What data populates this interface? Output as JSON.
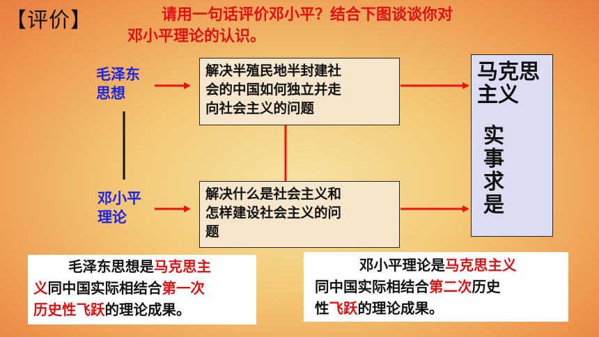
{
  "header": {
    "tag": "【评价】",
    "prompt_line1": "请用一句话评价邓小平？结合下图谈谈你对",
    "prompt_line2": "邓小平理论的认识。"
  },
  "diagram": {
    "mao_label_l1": "毛泽东",
    "mao_label_l2": "思想",
    "deng_label_l1": "邓小平",
    "deng_label_l2": "理论",
    "box_top_lines": [
      "解决半殖民地半封建社",
      "会的中国如何独立并走",
      "向社会主义的问题"
    ],
    "box_bottom_lines": [
      "解决什么是社会主义和",
      "怎样建设社会主义的问",
      "题"
    ],
    "right_l1": "马克思",
    "right_l2": "主义",
    "right_vertical": [
      "实",
      "事",
      "求",
      "是"
    ]
  },
  "notes": {
    "left": {
      "t1": "毛泽东思想是",
      "r1": "马克思主",
      "r2": "义",
      "t2": "同中国实际相结合",
      "r3": "第一次",
      "r4": "历史性飞跃",
      "t3": "的理论成果。"
    },
    "right": {
      "t1": "邓小平理论是",
      "r1": "马克思主义",
      "t2": "同中国实际相结合",
      "r2": "第二次",
      "t3": "历史",
      "t4": "性",
      "r3": "飞跃",
      "t5": "的理论成果。"
    }
  },
  "colors": {
    "arrow": "#ee1111",
    "label_blue": "#1d24e0",
    "highlight_red": "#e01010",
    "box_fill": "#f5e6cc",
    "right_box_fill": "#dcdcf2"
  }
}
